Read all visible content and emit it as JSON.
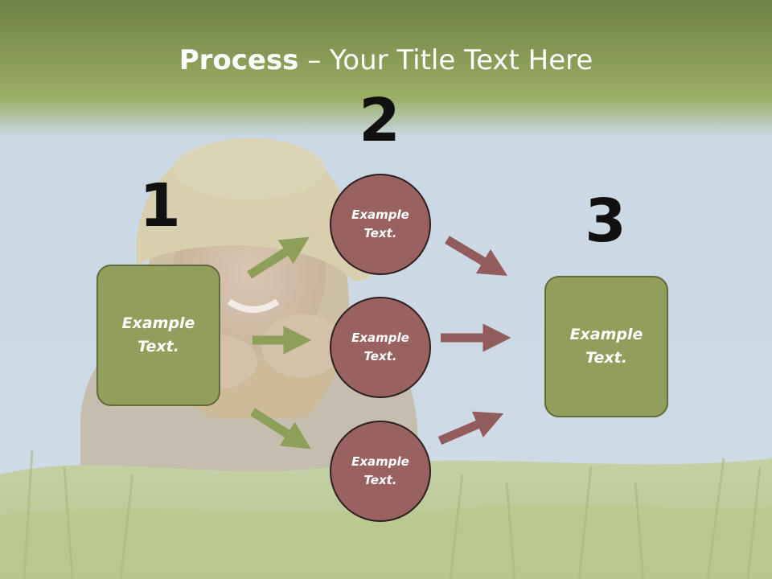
{
  "slide": {
    "title_bold": "Process",
    "title_rest": " – Your Title Text Here"
  },
  "steps": {
    "one": {
      "number": "1",
      "label_line1": "Example",
      "label_line2": "Text."
    },
    "two": {
      "number": "2",
      "circles": [
        {
          "label_line1": "Example",
          "label_line2": "Text."
        },
        {
          "label_line1": "Example",
          "label_line2": "Text."
        },
        {
          "label_line1": "Example",
          "label_line2": "Text."
        }
      ]
    },
    "three": {
      "number": "3",
      "label_line1": "Example",
      "label_line2": "Text."
    }
  },
  "colors": {
    "box_fill": "#919e5c",
    "box_border": "#5f6b3a",
    "circle_fill": "#9a6161",
    "circle_border": "#2d2020",
    "green_arrow": "#8e9f5a",
    "red_arrow": "#935c5c",
    "title_band": "#7f9150"
  },
  "background_photo": "woman-in-straw-hat-lying-in-grass"
}
